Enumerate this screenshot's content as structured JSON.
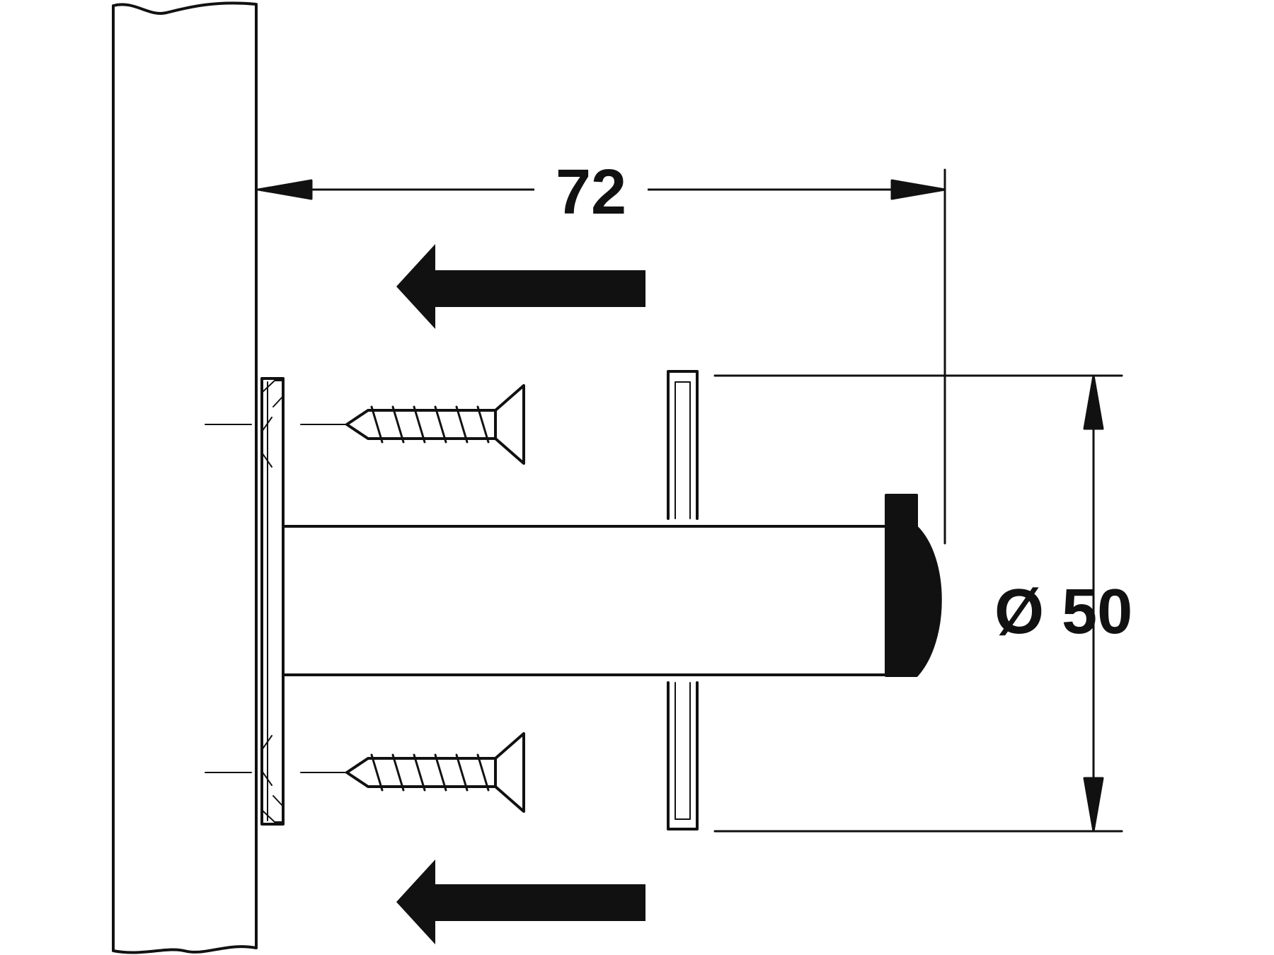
{
  "dimensions": {
    "length_label": "72",
    "diameter_label": "Ø 50"
  },
  "colors": {
    "line": "#111111",
    "background": "#ffffff"
  },
  "parts": [
    {
      "name": "cabinet-side-panel"
    },
    {
      "name": "mounting-flange"
    },
    {
      "name": "upper-screw"
    },
    {
      "name": "lower-screw"
    },
    {
      "name": "rod-spacer"
    },
    {
      "name": "end-cap"
    },
    {
      "name": "retaining-ring"
    },
    {
      "name": "upper-direction-arrow"
    },
    {
      "name": "lower-direction-arrow"
    }
  ]
}
